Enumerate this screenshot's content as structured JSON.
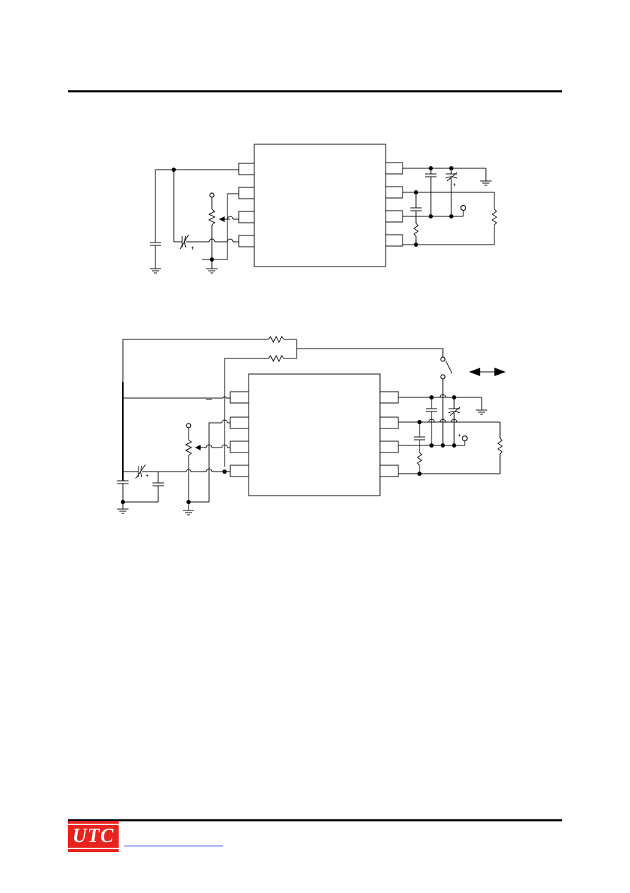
{
  "logo": {
    "text": "UTC",
    "brand_color": "#e8221c"
  },
  "colors": {
    "ink": "#000000",
    "link": "#0000ff"
  },
  "diagrams": [
    "schematic-1",
    "schematic-2"
  ]
}
